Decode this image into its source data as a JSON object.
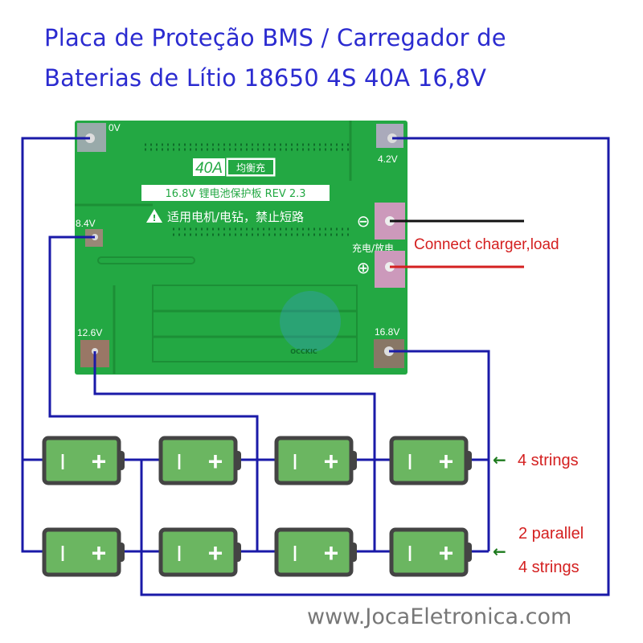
{
  "title": {
    "line1": "Placa de Proteção BMS / Carregador de",
    "line2": "Baterias de Lítio 18650 4S 40A 16,8V"
  },
  "board": {
    "badge_main": "40A",
    "badge_cn": "均衡充",
    "label_rev": "16.8V 锂电池保护板 REV 2.3",
    "warning": "适用电机/电钻，禁止短路",
    "charge_discharge": "充电/放电",
    "logo_text": "OCCKIC",
    "pads": {
      "p0": "0V",
      "p1": "4.2V",
      "p2": "8.4V",
      "p3": "12.6V",
      "p4": "16.8V"
    },
    "minus_symbol": "⊖",
    "plus_symbol": "⊕"
  },
  "annotations": {
    "connect": "Connect charger,load",
    "row1": "4 strings",
    "row2_a": "2 parallel",
    "row2_b": "4 strings",
    "arrow": "←"
  },
  "battery": {
    "minus": "I",
    "plus": "+"
  },
  "colors": {
    "wire": "#1a1aa8",
    "board": "#23a843",
    "battery_fill": "#6bb661",
    "battery_border": "#444444",
    "red": "#d42020",
    "green_arrow": "#1d7a1d"
  },
  "watermark": "www.JocaEletronica.com"
}
